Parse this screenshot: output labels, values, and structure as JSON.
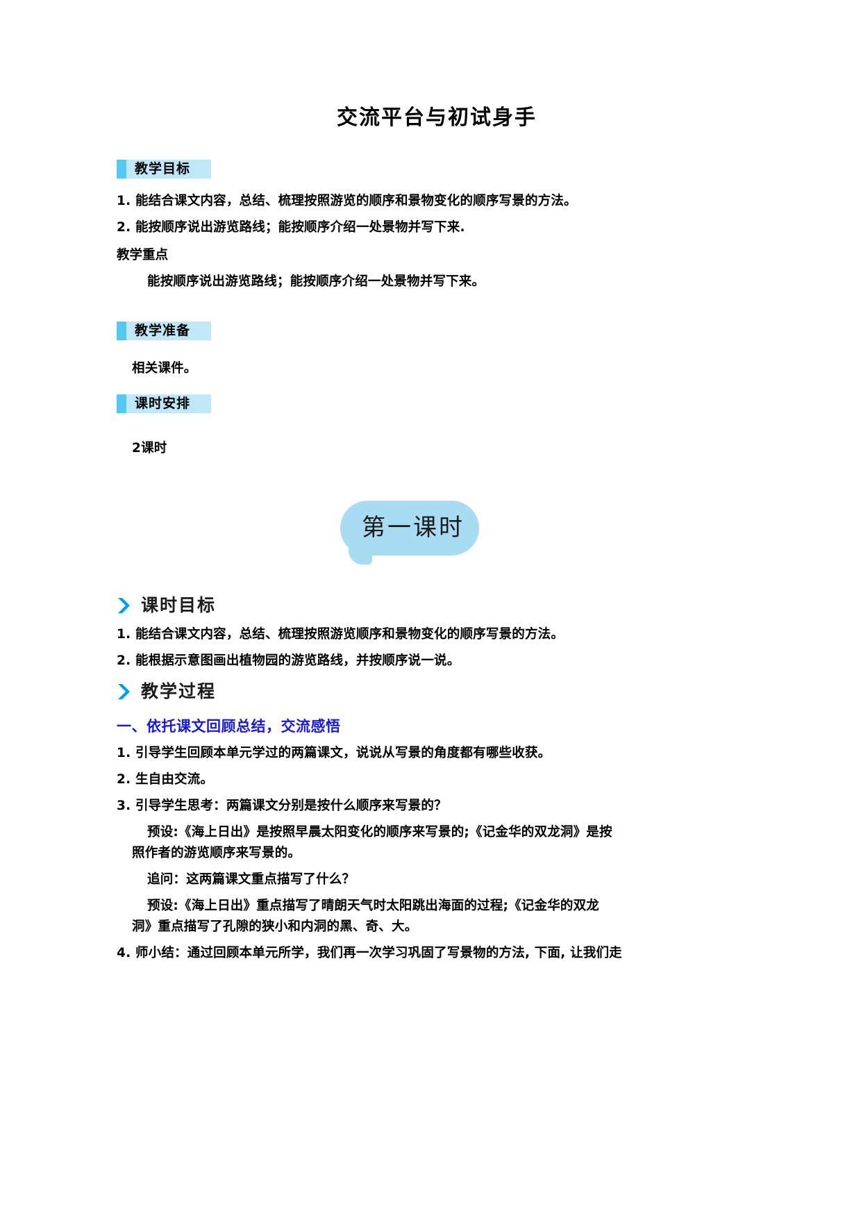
{
  "document": {
    "title": "交流平台与初试身手"
  },
  "sections": {
    "teaching_goal": {
      "tab_label": "教学目标",
      "items": [
        "1. 能结合课文内容，总结、梳理按照游览的顺序和景物变化的顺序写景的方法。",
        "2. 能按顺序说出游览路线；能按顺序介绍一处景物并写下来."
      ]
    },
    "key_point": {
      "heading": "教学重点",
      "text": "能按顺序说出游览路线；能按顺序介绍一处景物并写下来。"
    },
    "preparation": {
      "tab_label": "教学准备",
      "text": "相关课件。"
    },
    "schedule": {
      "tab_label": "课时安排",
      "text": "2课时"
    },
    "lesson_bubble": {
      "label": "第一课时"
    },
    "lesson_goal": {
      "arrow_label": "课时目标",
      "items": [
        "1. 能结合课文内容，总结、梳理按照游览顺序和景物变化的顺序写景的方法。",
        "2. 能根据示意图画出植物园的游览路线，并按顺序说一说。"
      ]
    },
    "teaching_process": {
      "arrow_label": "教学过程",
      "blue_heading": "一、依托课文回顾总结，交流感悟",
      "steps": [
        "1. 引导学生回顾本单元学过的两篇课文，说说从写景的角度都有哪些收获。",
        "2. 生自由交流。",
        "3. 引导学生思考：两篇课文分别是按什么顺序来写景的？"
      ],
      "sub_lines": [
        "预设:《海上日出》是按照早晨太阳变化的顺序来写景的;《记金华的双龙洞》是按",
        "照作者的游览顺序来写景的。",
        "追问：这两篇课文重点描写了什么？",
        "预设:《海上日出》重点描写了晴朗天气时太阳跳出海面的过程;《记金华的双龙",
        "洞》重点描写了孔隙的狭小和内洞的黑、奇、大。"
      ],
      "final_line": "4. 师小结：通过回顾本单元所学，我们再一次学习巩固了写景物的方法, 下面, 让我们走"
    }
  },
  "colors": {
    "tab_mark": "#55C8EF",
    "tab_body": "#BFE7F7",
    "bubble": "#A7DCF2",
    "chevron": "#00A0E9",
    "blue_heading": "#1a1ad6"
  }
}
